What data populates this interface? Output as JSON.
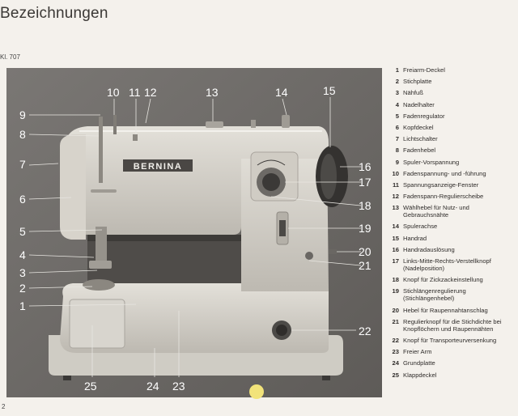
{
  "header": {
    "title": "Bezeichnungen",
    "model": "Kl. 707"
  },
  "footer": {
    "page": "2"
  },
  "photo": {
    "brand": "BERNINA",
    "callouts": [
      "1",
      "2",
      "3",
      "4",
      "5",
      "6",
      "7",
      "8",
      "9",
      "10",
      "11",
      "12",
      "13",
      "14",
      "15",
      "16",
      "17",
      "18",
      "19",
      "20",
      "21",
      "22",
      "23",
      "24",
      "25"
    ]
  },
  "legend": [
    {
      "num": "1",
      "text": "Freiarm-Deckel"
    },
    {
      "num": "2",
      "text": "Stichplatte"
    },
    {
      "num": "3",
      "text": "Nähfuß"
    },
    {
      "num": "4",
      "text": "Nadelhalter"
    },
    {
      "num": "5",
      "text": "Fadenregulator"
    },
    {
      "num": "6",
      "text": "Kopfdeckel"
    },
    {
      "num": "7",
      "text": "Lichtschalter"
    },
    {
      "num": "8",
      "text": "Fadenhebel"
    },
    {
      "num": "9",
      "text": "Spuler-Vorspannung"
    },
    {
      "num": "10",
      "text": "Fadenspannung- und -führung"
    },
    {
      "num": "11",
      "text": "Spannungsanzeige-Fenster"
    },
    {
      "num": "12",
      "text": "Fadenspann-Regulierscheibe"
    },
    {
      "num": "13",
      "text": "Wählhebel für Nutz- und Gebrauchsnähte"
    },
    {
      "num": "14",
      "text": "Spulerachse"
    },
    {
      "num": "15",
      "text": "Handrad"
    },
    {
      "num": "16",
      "text": "Handradauslösung"
    },
    {
      "num": "17",
      "text": "Links-Mitte-Rechts-Verstellknopf (Nadelposition)"
    },
    {
      "num": "18",
      "text": "Knopf für Zickzackeinstellung"
    },
    {
      "num": "19",
      "text": "Stichlängenregulierung (Stichlängenhebel)"
    },
    {
      "num": "20",
      "text": "Hebel für Raupennahtanschlag"
    },
    {
      "num": "21",
      "text": "Regulierknopf für die Stichdichte bei Knopflöchern und Raupennähten"
    },
    {
      "num": "22",
      "text": "Knopf für Transporteurversenkung"
    },
    {
      "num": "23",
      "text": "Freier Arm"
    },
    {
      "num": "24",
      "text": "Grundplatte"
    },
    {
      "num": "25",
      "text": "Klappdeckel"
    }
  ]
}
